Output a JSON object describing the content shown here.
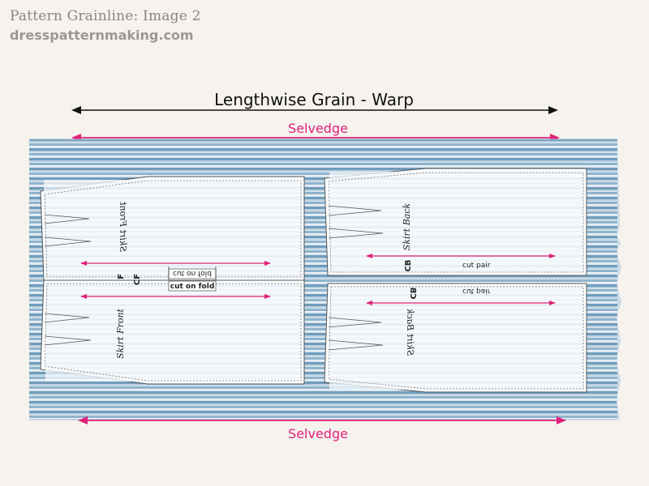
{
  "header": {
    "title": "Pattern Grainline:  Image 2",
    "site": "dresspatternmaking.com"
  },
  "labels": {
    "grain": "Lengthwise Grain - Warp",
    "selvedge_top": "Selvedge",
    "selvedge_bottom": "Selvedge"
  },
  "pieces": {
    "front_upper": {
      "name": "Skirt Front",
      "cf_label": "CF",
      "fold_text": "cut on fold"
    },
    "front_lower": {
      "name": "Skirt Front",
      "cf_label": "CF",
      "fold_text": "cut on fold"
    },
    "back_upper": {
      "name": "Skirt Back",
      "cb_label": "CB",
      "pair_text": "cut pair"
    },
    "back_lower": {
      "name": "Skirt Back",
      "cb_label": "CB",
      "pair_text": "cut pair"
    }
  },
  "colors": {
    "background": "#f6f2ee",
    "fabric_stripe_dark": "#6f9cbc",
    "fabric_stripe_light": "#dfeaf2",
    "pattern_paper": "#ffffff",
    "selvedge_arrow": "#e0217a",
    "grain_arrow": "#111111"
  }
}
